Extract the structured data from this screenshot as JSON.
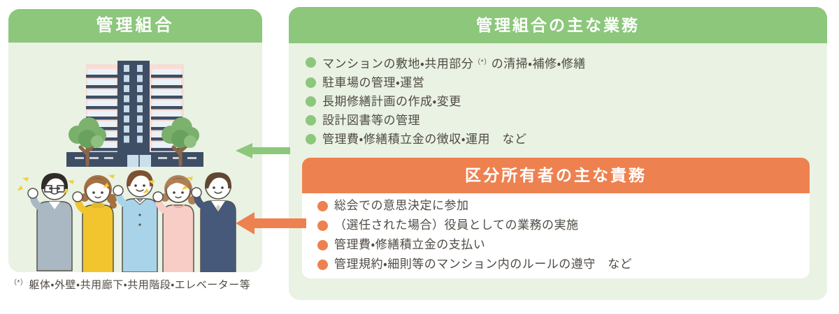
{
  "left_panel": {
    "title": "管理組合",
    "illustrations": [
      "condo-building-illustration",
      "residents-cheering-illustration"
    ]
  },
  "footnote": {
    "marker": "（*）",
    "text": "躯体・外壁・共用廊下・共用階段・エレベーター等"
  },
  "right_panel": {
    "title": "管理組合の主な業務",
    "duties": [
      "マンションの敷地・共用部分（*）の清掃・補修・修繕",
      "駐車場の管理・運営",
      "長期修繕計画の作成・変更",
      "設計図書等の管理",
      "管理費・修繕積立金の徴収・運用　など"
    ],
    "owner_section": {
      "title": "区分所有者の主な責務",
      "duties": [
        "総会での意思決定に参加",
        "（選任された場合）役員としての業務の実施",
        "管理費・修繕積立金の支払い",
        "管理規約・細則等のマンション内のルールの遵守　など"
      ]
    }
  },
  "arrows": [
    {
      "name": "green-left-arrow",
      "direction": "left",
      "color": "#8CC77B"
    },
    {
      "name": "orange-left-arrow",
      "direction": "left",
      "color": "#EE8150"
    }
  ],
  "colors": {
    "green": "#8CC77B",
    "panel_bg": "#E9F2E3",
    "orange": "#EE8150",
    "text": "#4F4B45"
  }
}
